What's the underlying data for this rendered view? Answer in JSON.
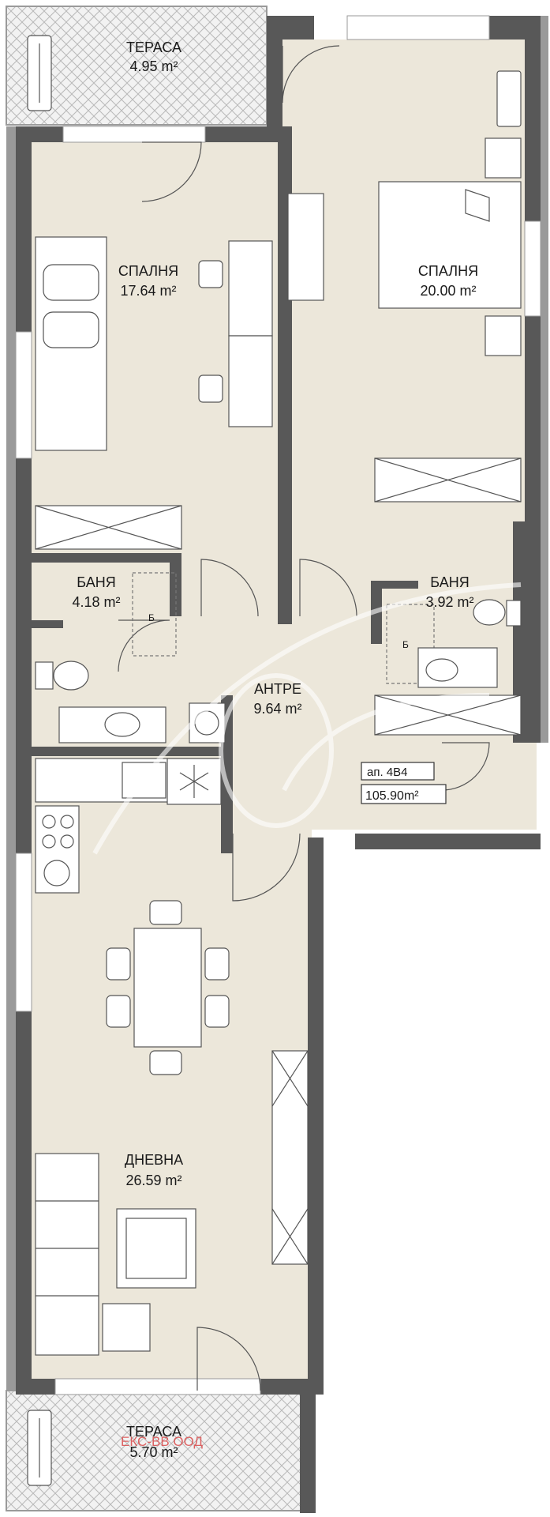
{
  "plan": {
    "unit": {
      "code": "ап. 4В4",
      "area": "105.90m²"
    },
    "rooms": [
      {
        "id": "terrace-top",
        "name": "ТЕРАСА",
        "area": "4.95 m²"
      },
      {
        "id": "bedroom-left",
        "name": "СПАЛНЯ",
        "area": "17.64 m²"
      },
      {
        "id": "bedroom-right",
        "name": "СПАЛНЯ",
        "area": "20.00 m²"
      },
      {
        "id": "bath-left",
        "name": "БАНЯ",
        "area": "4.18 m²"
      },
      {
        "id": "bath-right",
        "name": "БАНЯ",
        "area": "3.92 m²"
      },
      {
        "id": "hall",
        "name": "АНТРЕ",
        "area": "9.64 m²"
      },
      {
        "id": "living",
        "name": "ДНЕВНА",
        "area": "26.59 m²"
      },
      {
        "id": "terrace-bottom",
        "name": "ТЕРАСА",
        "area": "5.70 m²"
      }
    ],
    "appliance_marks": [
      "Б",
      "Б"
    ],
    "watermark": "ЕКС-ВВ ООД",
    "colors": {
      "floor": "#ece7da",
      "wall": "#585858",
      "wall_outer": "#9a9a9a",
      "terrace_hatch": "#c8c8c8",
      "text": "#1a1a1a",
      "watermark": "#d94a4a"
    },
    "icons": [
      "bed-icon",
      "desk-icon",
      "chair-icon",
      "toilet-icon",
      "sink-icon",
      "shower-icon",
      "washing-machine-icon",
      "fridge-icon",
      "stove-icon",
      "sofa-icon",
      "dining-table-icon",
      "radiator-icon",
      "door-swing-icon",
      "logo-icon"
    ]
  }
}
